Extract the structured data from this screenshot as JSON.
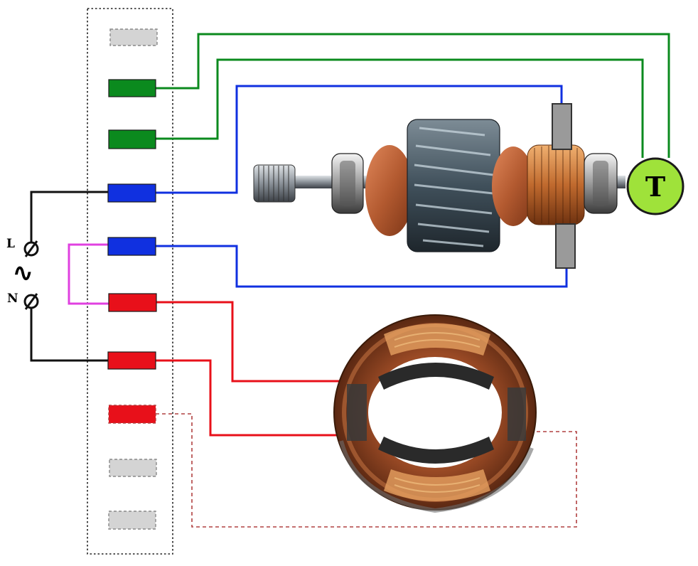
{
  "labels": {
    "line": "L",
    "neutral": "N",
    "ac_symbol": "∿",
    "tacho": "T"
  },
  "colors": {
    "green": "#0b8a1e",
    "blue": "#1030e0",
    "red": "#e8101a",
    "magenta": "#e040e0",
    "black": "#111111",
    "gray": "#d4d4d4",
    "tacho_fill": "#9fe23a",
    "dashed_red": "#b04040"
  },
  "terminals": [
    {
      "name": "terminal-1",
      "color": "gray",
      "style": "dashed"
    },
    {
      "name": "terminal-2",
      "color": "green",
      "style": "solid"
    },
    {
      "name": "terminal-3",
      "color": "green",
      "style": "solid"
    },
    {
      "name": "terminal-4",
      "color": "blue",
      "style": "solid"
    },
    {
      "name": "terminal-5",
      "color": "blue",
      "style": "solid"
    },
    {
      "name": "terminal-6",
      "color": "red",
      "style": "solid"
    },
    {
      "name": "terminal-7",
      "color": "red",
      "style": "solid"
    },
    {
      "name": "terminal-8",
      "color": "red",
      "style": "dashed"
    },
    {
      "name": "terminal-9",
      "color": "gray",
      "style": "dashed"
    },
    {
      "name": "terminal-10",
      "color": "gray",
      "style": "dashed"
    }
  ],
  "components": {
    "rotor": "armature-rotor",
    "stator": "stator-field-coil",
    "tachogenerator": "tachogenerator",
    "brushes": "carbon-brushes"
  }
}
